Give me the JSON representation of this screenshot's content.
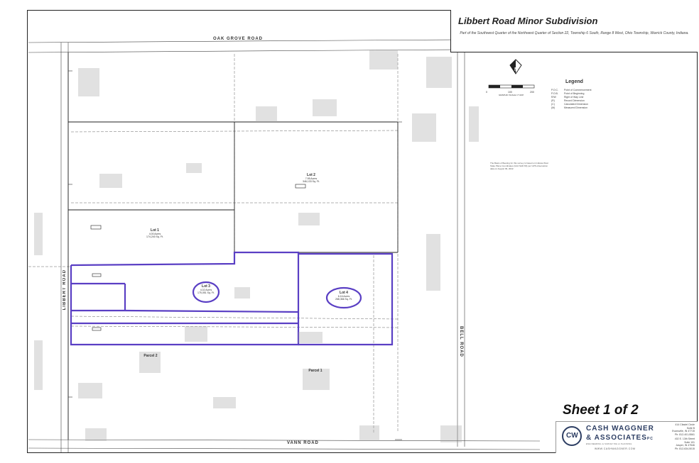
{
  "title_block": {
    "title": "Libbert Road Minor Subdivision",
    "subtitle": "Part of the Southwest Quarter of the Northwest Quarter of Section 22, Township 6 South, Range 8 West, Ohio Township, Warrick County, Indiana."
  },
  "roads": {
    "top": "OAK GROVE ROAD",
    "left": "LIBBERT ROAD",
    "right": "BELL ROAD",
    "bottom": "VANN ROAD"
  },
  "scale": {
    "label": "GRAPHIC SCALE 1\"=100'",
    "ticks": [
      "0",
      "100",
      "200"
    ]
  },
  "legend": {
    "title": "Legend",
    "rows": [
      {
        "abbr": "P.O.C.",
        "desc": "Point of Commencement"
      },
      {
        "abbr": "P.O.B.",
        "desc": "Point of Beginning"
      },
      {
        "abbr": "R/W",
        "desc": "Right of Way Line"
      },
      {
        "abbr": "(R)",
        "desc": "Record Dimension"
      },
      {
        "abbr": "(C)",
        "desc": "Calculated Dimension"
      },
      {
        "abbr": "(M)",
        "desc": "Measured Dimension"
      }
    ]
  },
  "bearing_note": "The Basis of Bearing for this survey is based on Indiana West State Plane Coordinates (Grid NAD 83) per GPS observation data on August 09, 2022.",
  "lots": [
    {
      "name": "Lot 1",
      "area": "4.00 Acres",
      "sqft": "174,240 Sq. Ft."
    },
    {
      "name": "Lot 2",
      "area": "7.95 Acres",
      "sqft": "346,133 Sq. Ft."
    },
    {
      "name": "Lot 3",
      "area": "4.02 Acres",
      "sqft": "175,051 Sq. Ft."
    },
    {
      "name": "Lot 4",
      "area": "6.16 Acres",
      "sqft": "268,366 Sq. Ft."
    }
  ],
  "parcels": [
    {
      "name": "Parcel 1"
    },
    {
      "name": "Parcel 2"
    }
  ],
  "sheet": {
    "label": "Sheet 1 of 2"
  },
  "company": {
    "line1": "CASH WAGGNER",
    "line2": "& ASSOCIATES",
    "suffix": "PC",
    "tagline": "ENGINEERING & SURVEYING & PLANNING",
    "website": "WWW.CASHWAGGNER.COM",
    "addr1": "414 Citadel Circle\nSuite B\nEvansville, IN 47715\nPh: 812-401-5561",
    "addr2": "402 E. 13th Street\nSuite 101\nJasper, IN 47546\nPh: 812-634-5015",
    "logo_mark": "CW"
  },
  "colors": {
    "boundary": "#5a3fc4",
    "line": "#222222",
    "brand": "#2d3e63"
  }
}
